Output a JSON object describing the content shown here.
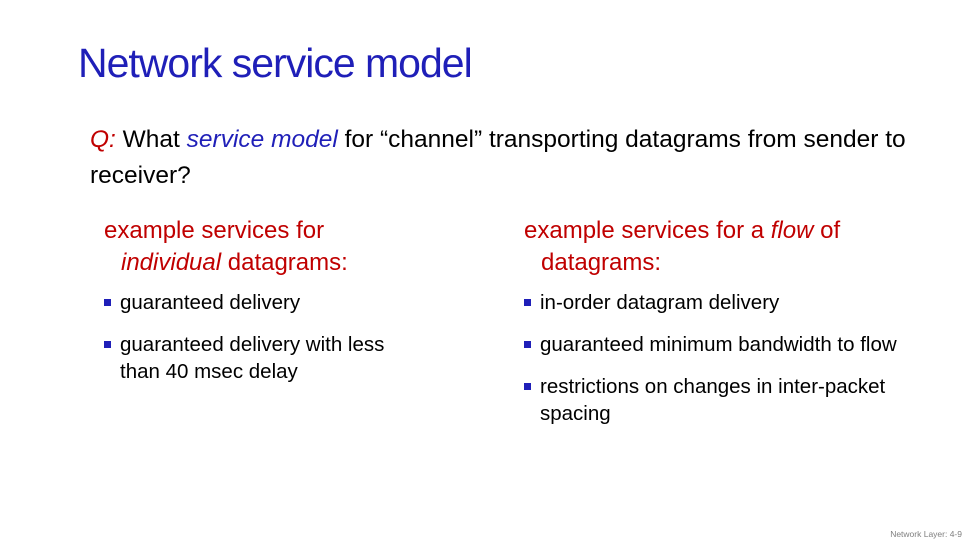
{
  "slide": {
    "title": "Network service model",
    "question": {
      "label": "Q:",
      "before": " What ",
      "emphasis": "service model",
      "after": " for “channel” transporting datagrams from sender to receiver?"
    },
    "left_column": {
      "heading_part1": "example services for ",
      "heading_em": "individual",
      "heading_part2": " datagrams:",
      "items": [
        "guaranteed delivery",
        "guaranteed delivery with less than 40 msec delay"
      ]
    },
    "right_column": {
      "heading_part1": "example services for a ",
      "heading_em": "flow",
      "heading_part2": " of datagrams:",
      "items": [
        "in-order datagram delivery",
        "guaranteed minimum bandwidth to flow",
        "restrictions on changes in inter-packet spacing"
      ]
    },
    "footer": "Network Layer: 4-9"
  },
  "colors": {
    "title": "#1f1fb8",
    "accent_red": "#c00000",
    "bullet": "#1f1fb8"
  }
}
